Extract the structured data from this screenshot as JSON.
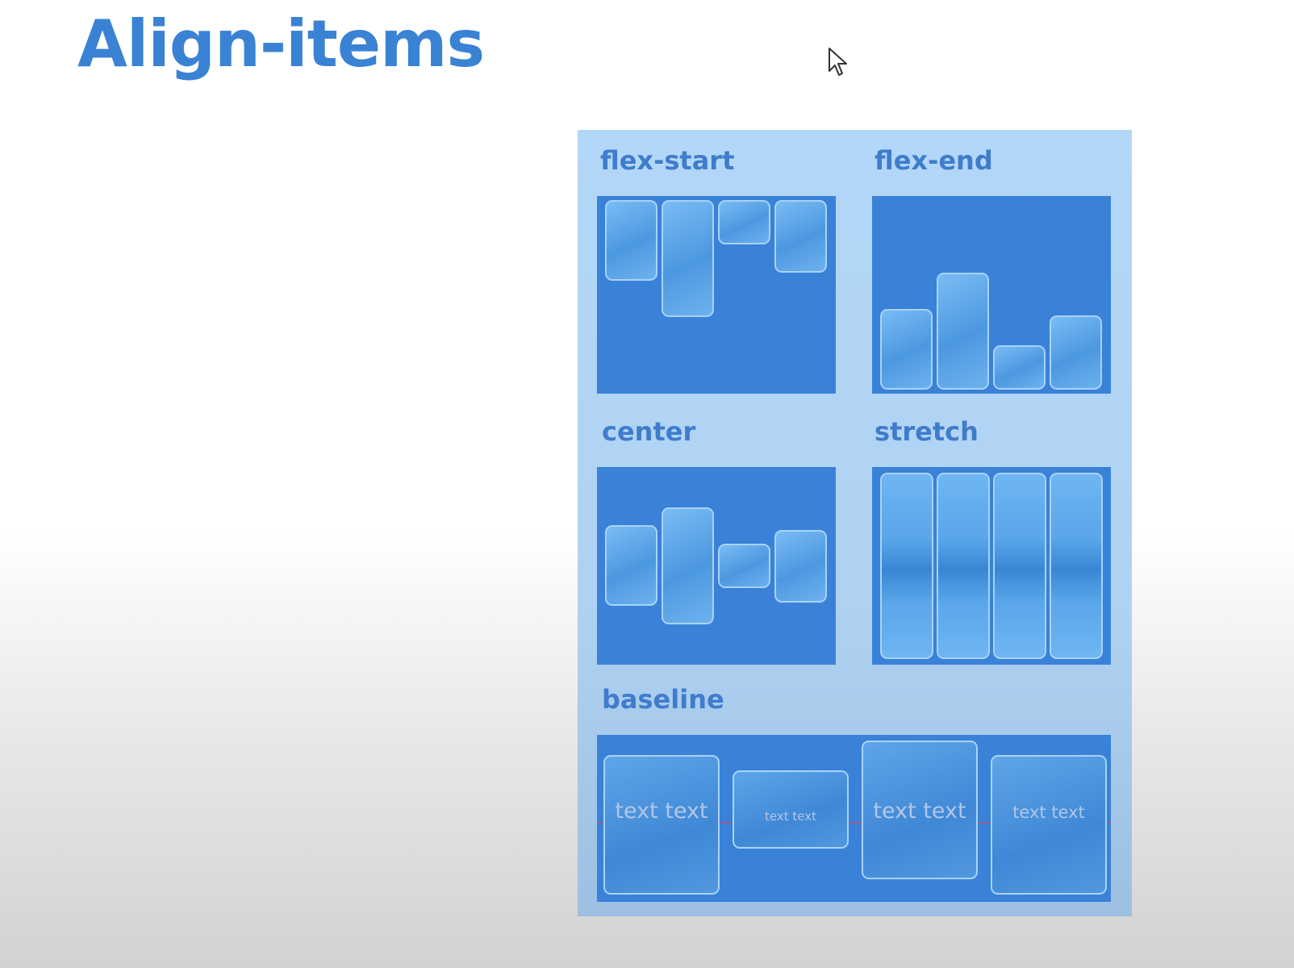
{
  "slide": {
    "title": "Align-items"
  },
  "diagrams": {
    "flex_start": {
      "label": "flex-start"
    },
    "flex_end": {
      "label": "flex-end"
    },
    "center": {
      "label": "center"
    },
    "stretch": {
      "label": "stretch"
    },
    "baseline": {
      "label": "baseline",
      "items": [
        {
          "text": "text text"
        },
        {
          "text": "text text"
        },
        {
          "text": "text text"
        },
        {
          "text": "text text"
        }
      ]
    }
  },
  "colors": {
    "title": "#3a82d4",
    "panel": "#b3d7f8",
    "box": "#3a82d8",
    "item": "#5aa6ea",
    "baseline_line": "#b54f7c"
  }
}
